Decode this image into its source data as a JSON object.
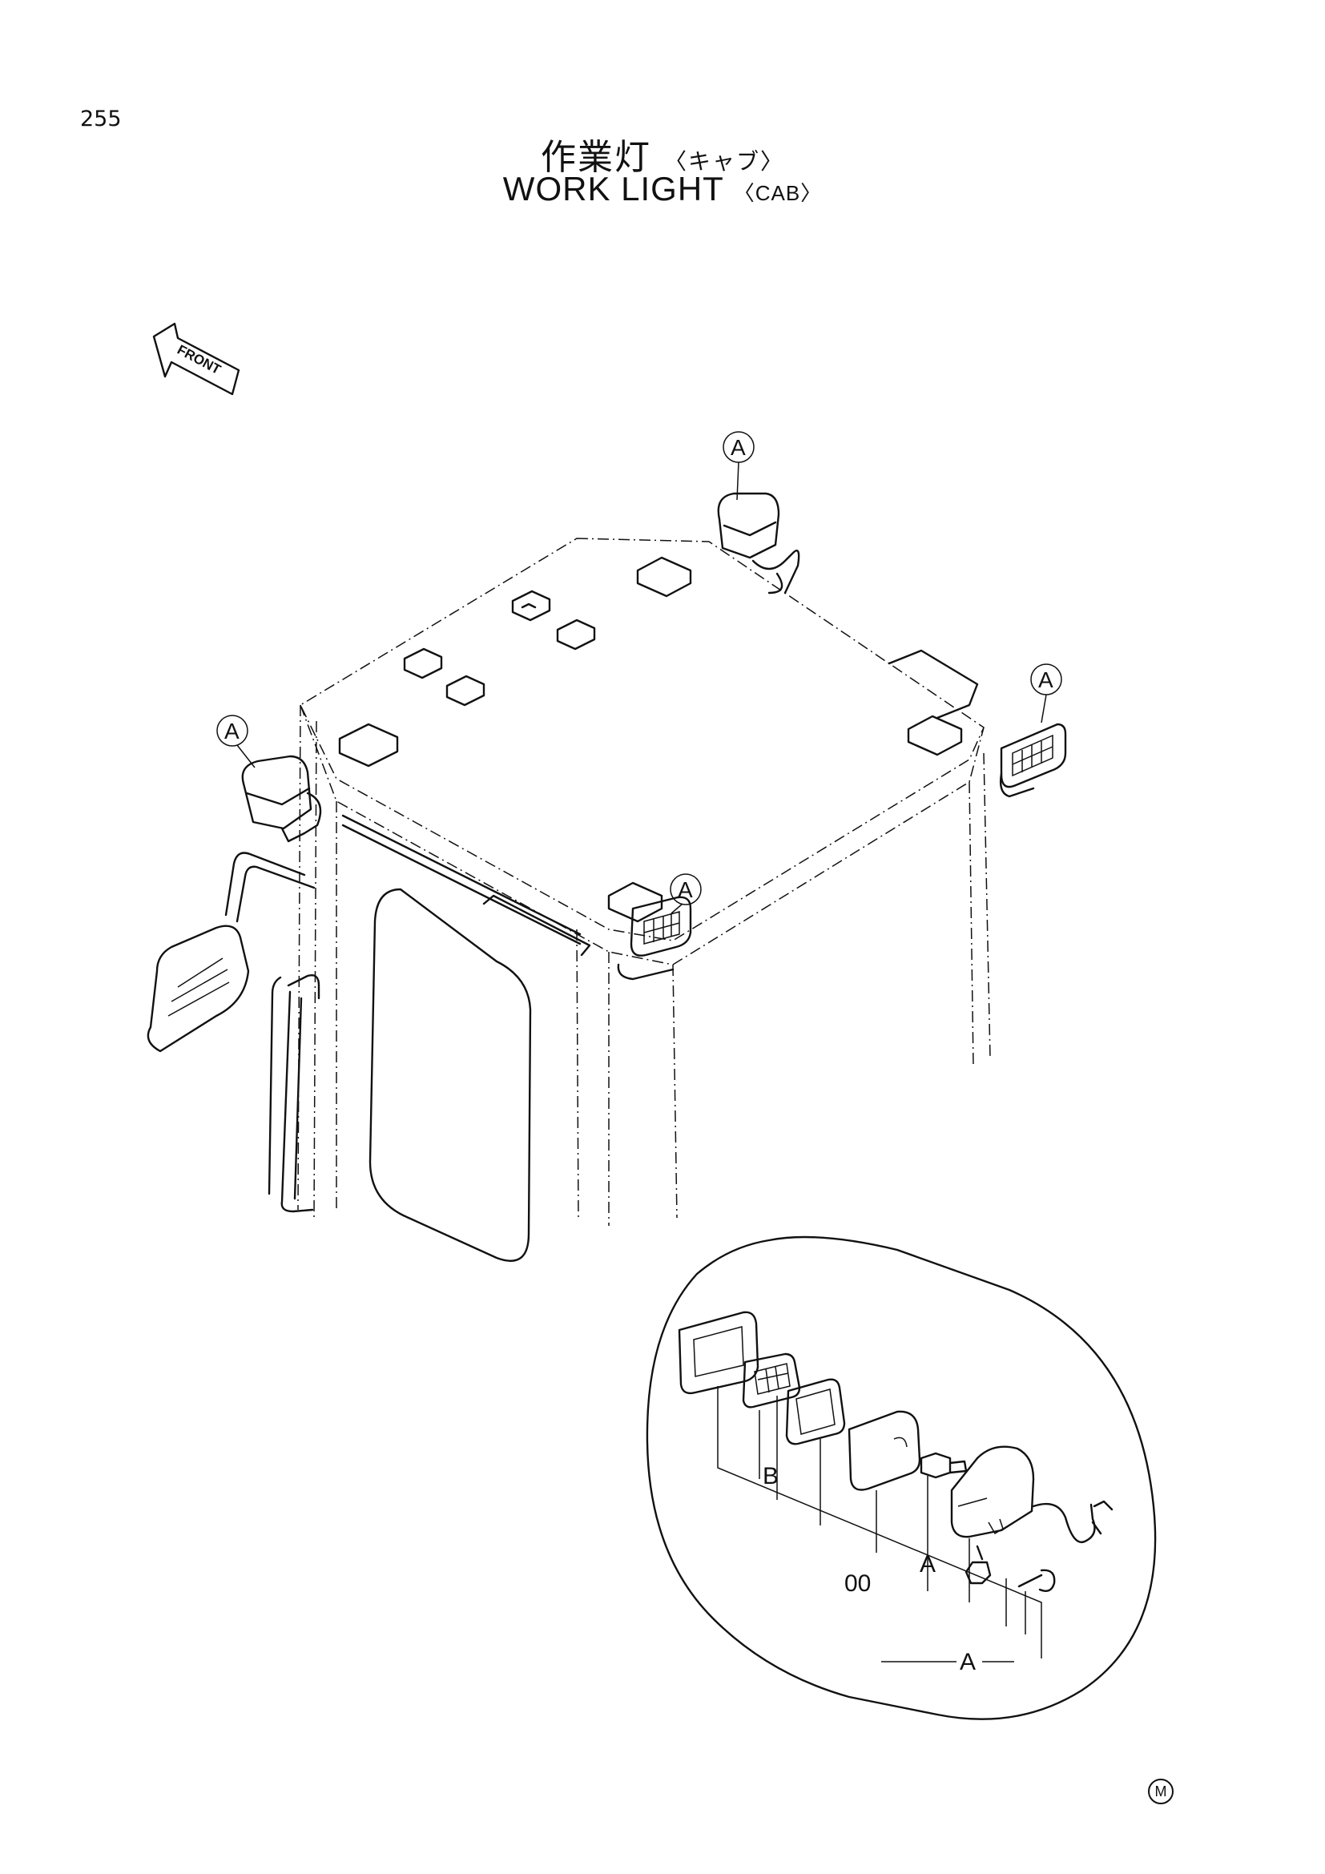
{
  "page_number": "255",
  "title": {
    "jp_main": "作業灯",
    "jp_sub": "〈キャブ〉",
    "en_main": "WORK LIGHT",
    "en_sub": "〈CAB〉"
  },
  "front_label": "FRONT",
  "callouts": [
    "A",
    "A",
    "A",
    "A"
  ],
  "detail_labels": {
    "b": "B",
    "zero": "00",
    "a_inner": "A",
    "a_bottom": "A"
  },
  "corner_mark": "M"
}
